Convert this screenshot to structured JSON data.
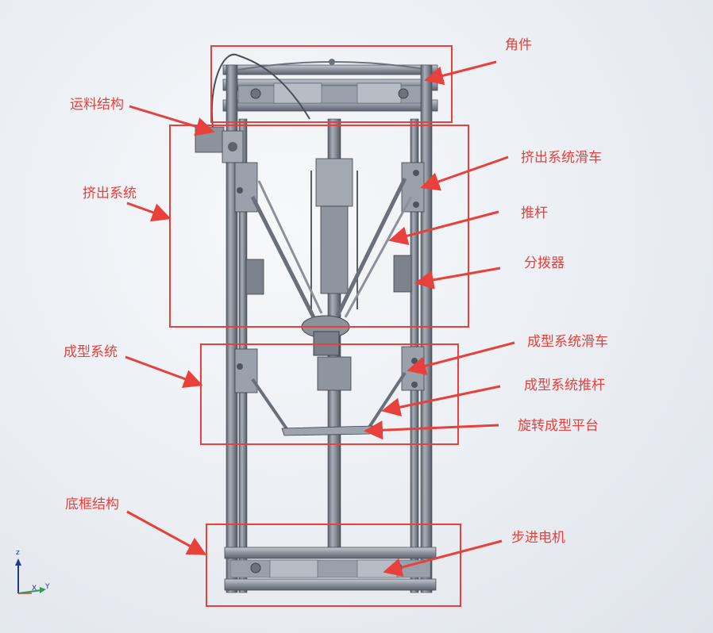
{
  "labels": {
    "corner": "角件",
    "feed": "运料结构",
    "extrude_carriage": "挤出系统滑车",
    "extrusion_system": "挤出系统",
    "push_rod": "推杆",
    "splitter": "分拨器",
    "forming_carriage": "成型系统滑车",
    "forming_system": "成型系统",
    "forming_push_rod": "成型系统推杆",
    "rotating_platform": "旋转成型平台",
    "base_frame": "底框结构",
    "stepper_motor": "步进电机"
  },
  "axes": {
    "z": "z",
    "y": "Y",
    "x": "X"
  },
  "colors": {
    "annotation": "#e8403a",
    "frame": "#7f8591",
    "frame_dark": "#4d525c",
    "axis": "#1f3b8a"
  }
}
